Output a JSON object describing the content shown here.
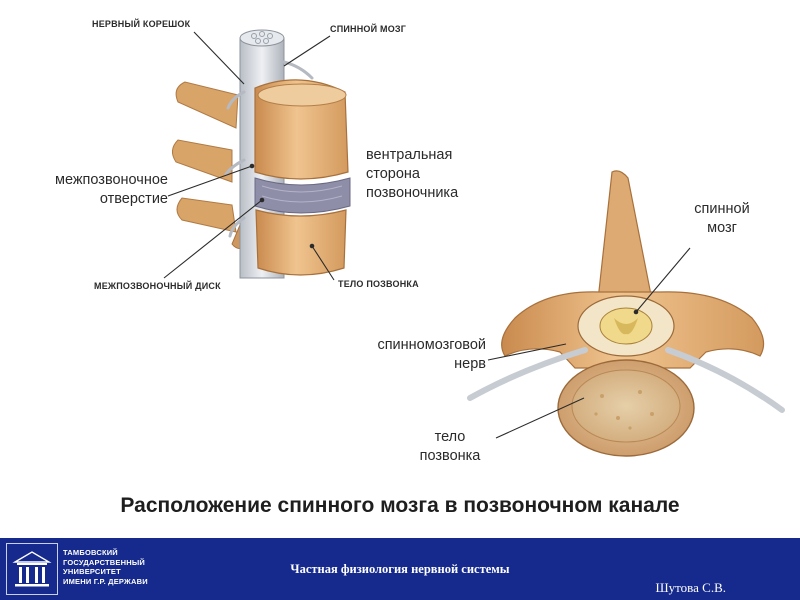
{
  "diagram": {
    "spine_view": {
      "labels": {
        "nerve_root": "НЕРВНЫЙ КОРЕШОК",
        "spinal_cord": "СПИННОЙ МОЗГ",
        "intervertebral_foramen_line1": "межпозвоночное",
        "intervertebral_foramen_line2": "отверстие",
        "ventral_side_line1": "вентральная",
        "ventral_side_line2": "сторона",
        "ventral_side_line3": "позвоночника",
        "intervertebral_disc": "МЕЖПОЗВОНОЧНЫЙ ДИСК",
        "vertebral_body": "ТЕЛО ПОЗВОНКА"
      }
    },
    "cross_section": {
      "labels": {
        "spinal_cord_line1": "спинной",
        "spinal_cord_line2": "мозг",
        "spinal_nerve_line1": "спинномозговой",
        "spinal_nerve_line2": "нерв",
        "vertebral_body_line1": "тело",
        "vertebral_body_line2": "позвонка"
      }
    }
  },
  "title": "Расположение спинного мозга в позвоночном канале",
  "footer": {
    "university_lines": [
      "ТАМБОВСКИЙ",
      "ГОСУДАРСТВЕННЫЙ",
      "УНИВЕРСИТЕТ",
      "ИМЕНИ Г.Р. ДЕРЖАВИ"
    ],
    "course_title": "Частная физиология нервной системы",
    "author": "Шутова С.В."
  },
  "colors": {
    "bone": "#e8b47e",
    "bone_dark": "#c98a4e",
    "nerve": "#d9dde2",
    "disc": "#8f8ea8",
    "footer_bg": "#152a8c"
  }
}
